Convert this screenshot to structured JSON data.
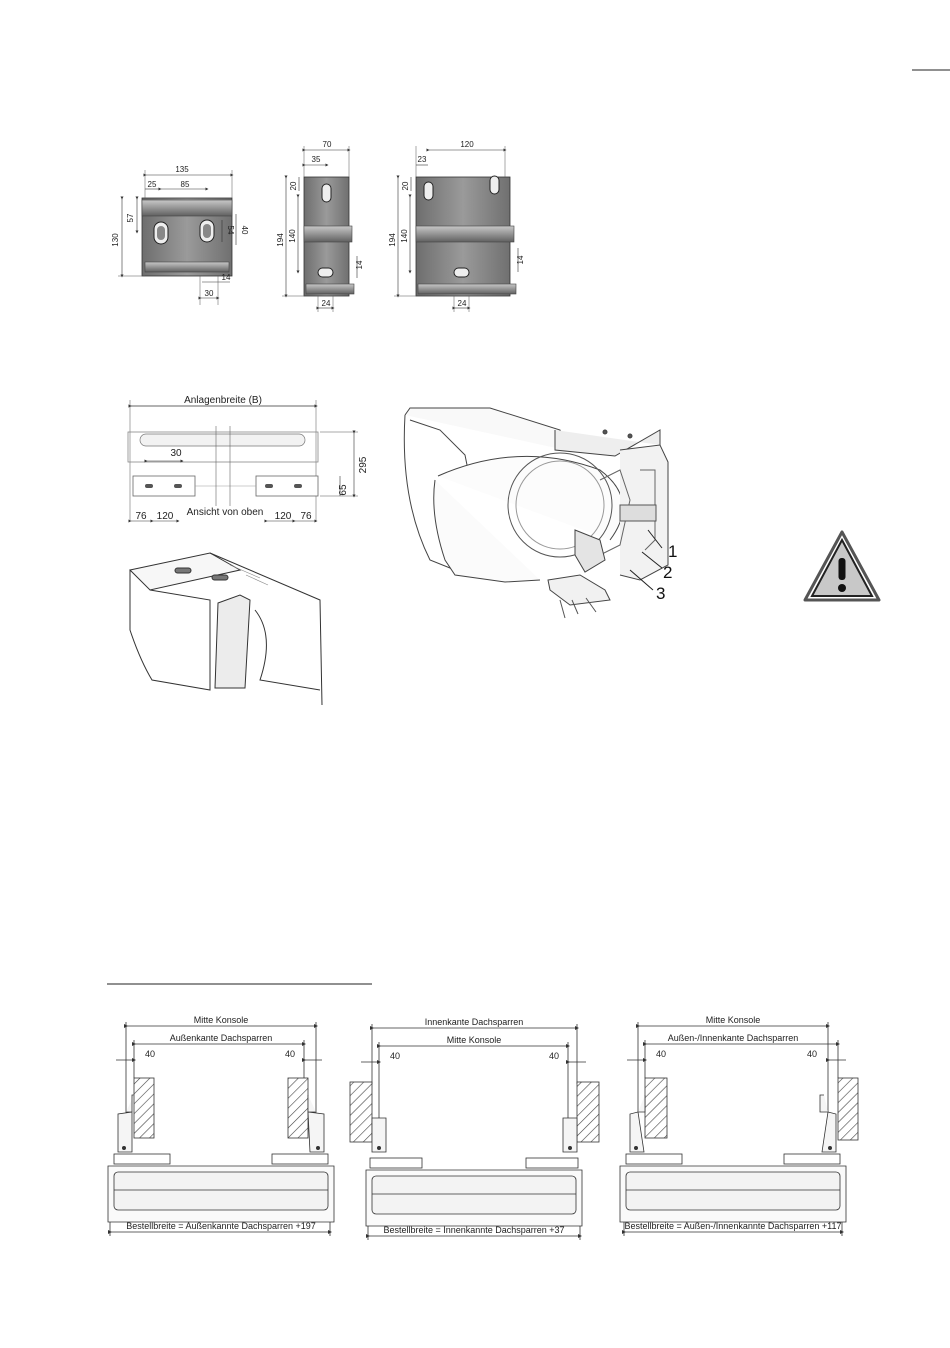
{
  "brackets": {
    "a": {
      "w135": "135",
      "w25": "25",
      "w85": "85",
      "h57": "57",
      "h130": "130",
      "h54": "54",
      "h40": "40",
      "b14": "14",
      "b30": "30"
    },
    "b": {
      "w70": "70",
      "w35": "35",
      "h20": "20",
      "h194": "194",
      "h140": "140",
      "b14": "14",
      "b24": "24"
    },
    "c": {
      "w120": "120",
      "w23": "23",
      "h20": "20",
      "h194": "194",
      "h140": "140",
      "b14": "14",
      "b24": "24"
    }
  },
  "plan": {
    "width_label": "Anlagenbreite (B)",
    "d30": "30",
    "d295": "295",
    "d65": "65",
    "view_label": "Ansicht von oben",
    "d76l": "76",
    "d120l": "120",
    "d120r": "120",
    "d76r": "76"
  },
  "callouts": [
    "1",
    "2",
    "3"
  ],
  "configs": [
    {
      "top": "Mitte Konsole",
      "second": "Außenkante Dachsparren",
      "left": "40",
      "right": "40",
      "bottom": "Bestellbreite = Außenkannte Dachsparren +197"
    },
    {
      "top": "Innenkante Dachsparren",
      "second": "Mitte Konsole",
      "left": "40",
      "right": "40",
      "bottom": "Bestellbreite = Innenkannte Dachsparren +37"
    },
    {
      "top": "Mitte Konsole",
      "second": "Außen-/Innenkante Dachsparren",
      "left": "40",
      "right": "40",
      "bottom": "Bestellbreite = Außen-/Innenkannte Dachsparren +117"
    }
  ]
}
